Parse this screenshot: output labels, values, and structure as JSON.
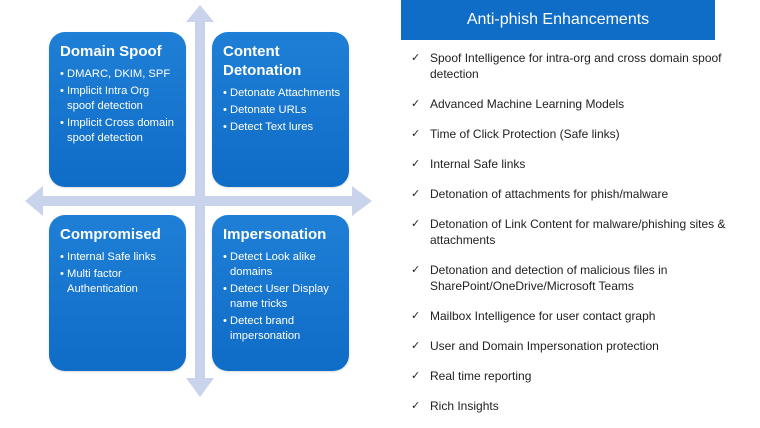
{
  "quadrants": [
    {
      "title": "Domain Spoof",
      "items": [
        "DMARC, DKIM, SPF",
        "Implicit Intra Org spoof detection",
        "Implicit Cross domain spoof detection"
      ]
    },
    {
      "title": "Content Detonation",
      "items": [
        "Detonate Attachments",
        "Detonate URLs",
        "Detect Text lures"
      ]
    },
    {
      "title": "Compromised",
      "items": [
        "Internal Safe links",
        "Multi factor Authentication"
      ]
    },
    {
      "title": "Impersonation",
      "items": [
        "Detect Look alike domains",
        "Detect User Display name tricks",
        "Detect brand impersonation"
      ]
    }
  ],
  "enhancements": {
    "title": "Anti-phish Enhancements",
    "check_icon": "check-icon",
    "items": [
      "Spoof Intelligence for intra-org and cross domain spoof detection",
      "Advanced Machine Learning Models",
      "Time of Click Protection (Safe links)",
      "Internal Safe links",
      "Detonation of attachments for phish/malware",
      "Detonation of Link Content for malware/phishing sites & attachments",
      "Detonation and detection of malicious files in SharePoint/OneDrive/Microsoft Teams",
      "Mailbox Intelligence for user contact graph",
      "User and Domain Impersonation protection",
      "Real time reporting",
      "Rich Insights"
    ]
  },
  "colors": {
    "box": "#0f6cc7",
    "header": "#0f6cc7",
    "arrow": "#c9d3ec",
    "text": "#222222"
  }
}
